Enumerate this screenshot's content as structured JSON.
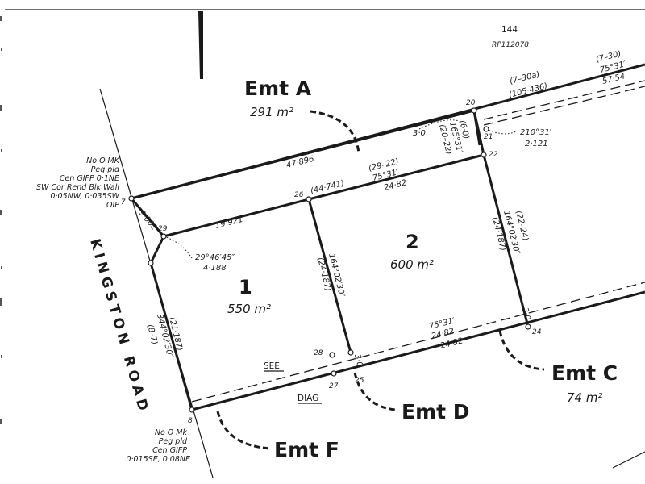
{
  "neighbour": {
    "lot": "144",
    "plan": "RP112078"
  },
  "lots": [
    {
      "number": "1",
      "area": "550 m²"
    },
    {
      "number": "2",
      "area": "600 m²"
    }
  ],
  "easements": [
    {
      "label": "Emt A",
      "area": "291 m²"
    },
    {
      "label": "Emt C",
      "area": "74 m²"
    },
    {
      "label": "Emt D"
    },
    {
      "label": "Emt F"
    }
  ],
  "road": "KINGSTON ROAD",
  "notes": {
    "see": "SEE",
    "diag": "DIAG"
  },
  "survey_marks": {
    "top_left": [
      "No O MK",
      "Peg pld",
      "Cen GIFP 0·1NE",
      "SW Cor Rend Blk Wall",
      "0·05NW, 0·035SW",
      "OIP"
    ],
    "bottom_left": [
      "No O Mk",
      "Peg pld",
      "Cen GIFP",
      "0·015SE, 0·08NE"
    ]
  },
  "stations": [
    "7",
    "8",
    "20",
    "21",
    "22",
    "24",
    "25",
    "26",
    "27",
    "28",
    "29"
  ],
  "dims": {
    "road_bearing": "(7–30)",
    "road_bearing2": "75°31′",
    "road_dist": "57·54",
    "road_prev": "(7–30a)",
    "road_prev_dist": "(105·436)",
    "top_boundary": "47·896",
    "brg_29_22": "(29–22)",
    "brg_29_22_val": "75°31′",
    "lot2_top": "24·82",
    "top_mid": "(44·741)",
    "cut_60": "(6·0)",
    "cut_brg": "165°31′",
    "cut_20_22": "(20–22)",
    "cut_30": "3·0",
    "pt21_brg": "210°31′",
    "pt21_dist": "2·121",
    "r_brg": "164°02′30″",
    "r_dist": "(24·187)",
    "r_ref": "(22–24)",
    "r_off": "3·0",
    "mid_brg": "164°02′30″",
    "mid_dist": "(24·187)",
    "low_brg": "75°31′",
    "low_dist1": "24·82",
    "low_dist2": "24·82",
    "low_off": "3·0",
    "chord": "9·002",
    "line_29_26": "19·921",
    "pt29_brg": "29°46′45″",
    "pt29_dist": "4·188",
    "left_brg": "344°02′30″",
    "left_dist": "(21·187)",
    "left_ref": "(8–7)"
  }
}
